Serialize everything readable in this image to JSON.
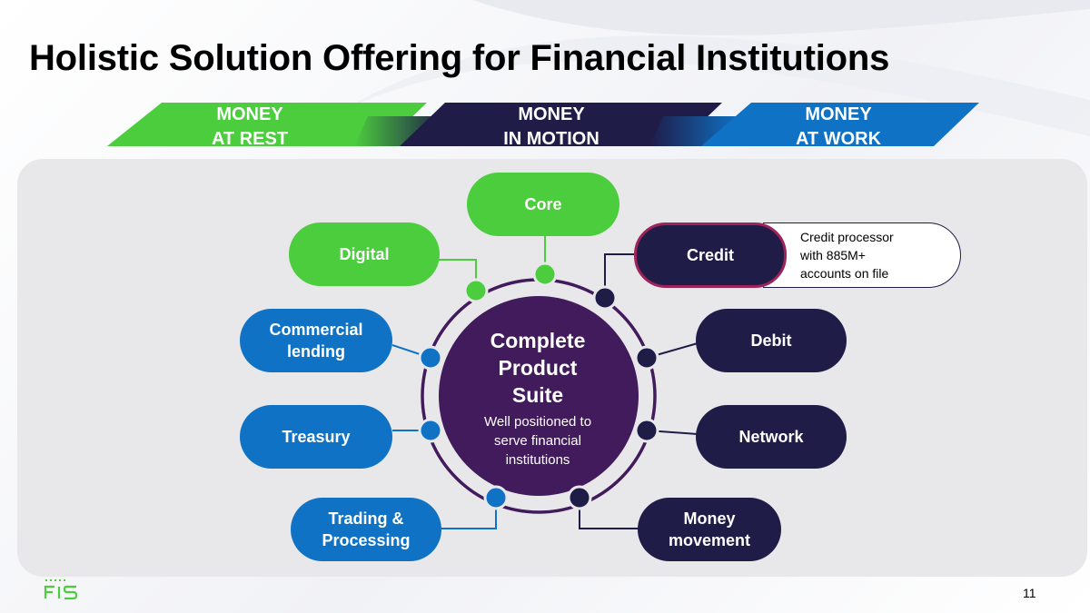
{
  "slide": {
    "title": "Holistic Solution Offering for Financial Institutions",
    "page_number": "11",
    "logo_text": "FIS"
  },
  "banner": [
    {
      "label": "MONEY\nAT REST",
      "color": "#4bcd3e"
    },
    {
      "label": "MONEY\nIN MOTION",
      "color": "#1f1c48"
    },
    {
      "label": "MONEY\nAT WORK",
      "color": "#0f72c5"
    }
  ],
  "center": {
    "title": "Complete\nProduct\nSuite",
    "subtitle": "Well positioned to\nserve financial\ninstitutions",
    "color": "#421b5c"
  },
  "nodes": {
    "core": {
      "label": "Core",
      "color": "#4bcd3e"
    },
    "digital": {
      "label": "Digital",
      "color": "#4bcd3e"
    },
    "credit": {
      "label": "Credit",
      "color": "#1f1c48",
      "border": "#9e2358",
      "note": "Credit processor\nwith 885M+\naccounts on file"
    },
    "commercial_lending": {
      "label": "Commercial\nlending",
      "color": "#0f72c5"
    },
    "debit": {
      "label": "Debit",
      "color": "#1f1c48"
    },
    "treasury": {
      "label": "Treasury",
      "color": "#0f72c5"
    },
    "network": {
      "label": "Network",
      "color": "#1f1c48"
    },
    "trading_processing": {
      "label": "Trading &\nProcessing",
      "color": "#0f72c5"
    },
    "money_movement": {
      "label": "Money\nmovement",
      "color": "#1f1c48"
    }
  }
}
